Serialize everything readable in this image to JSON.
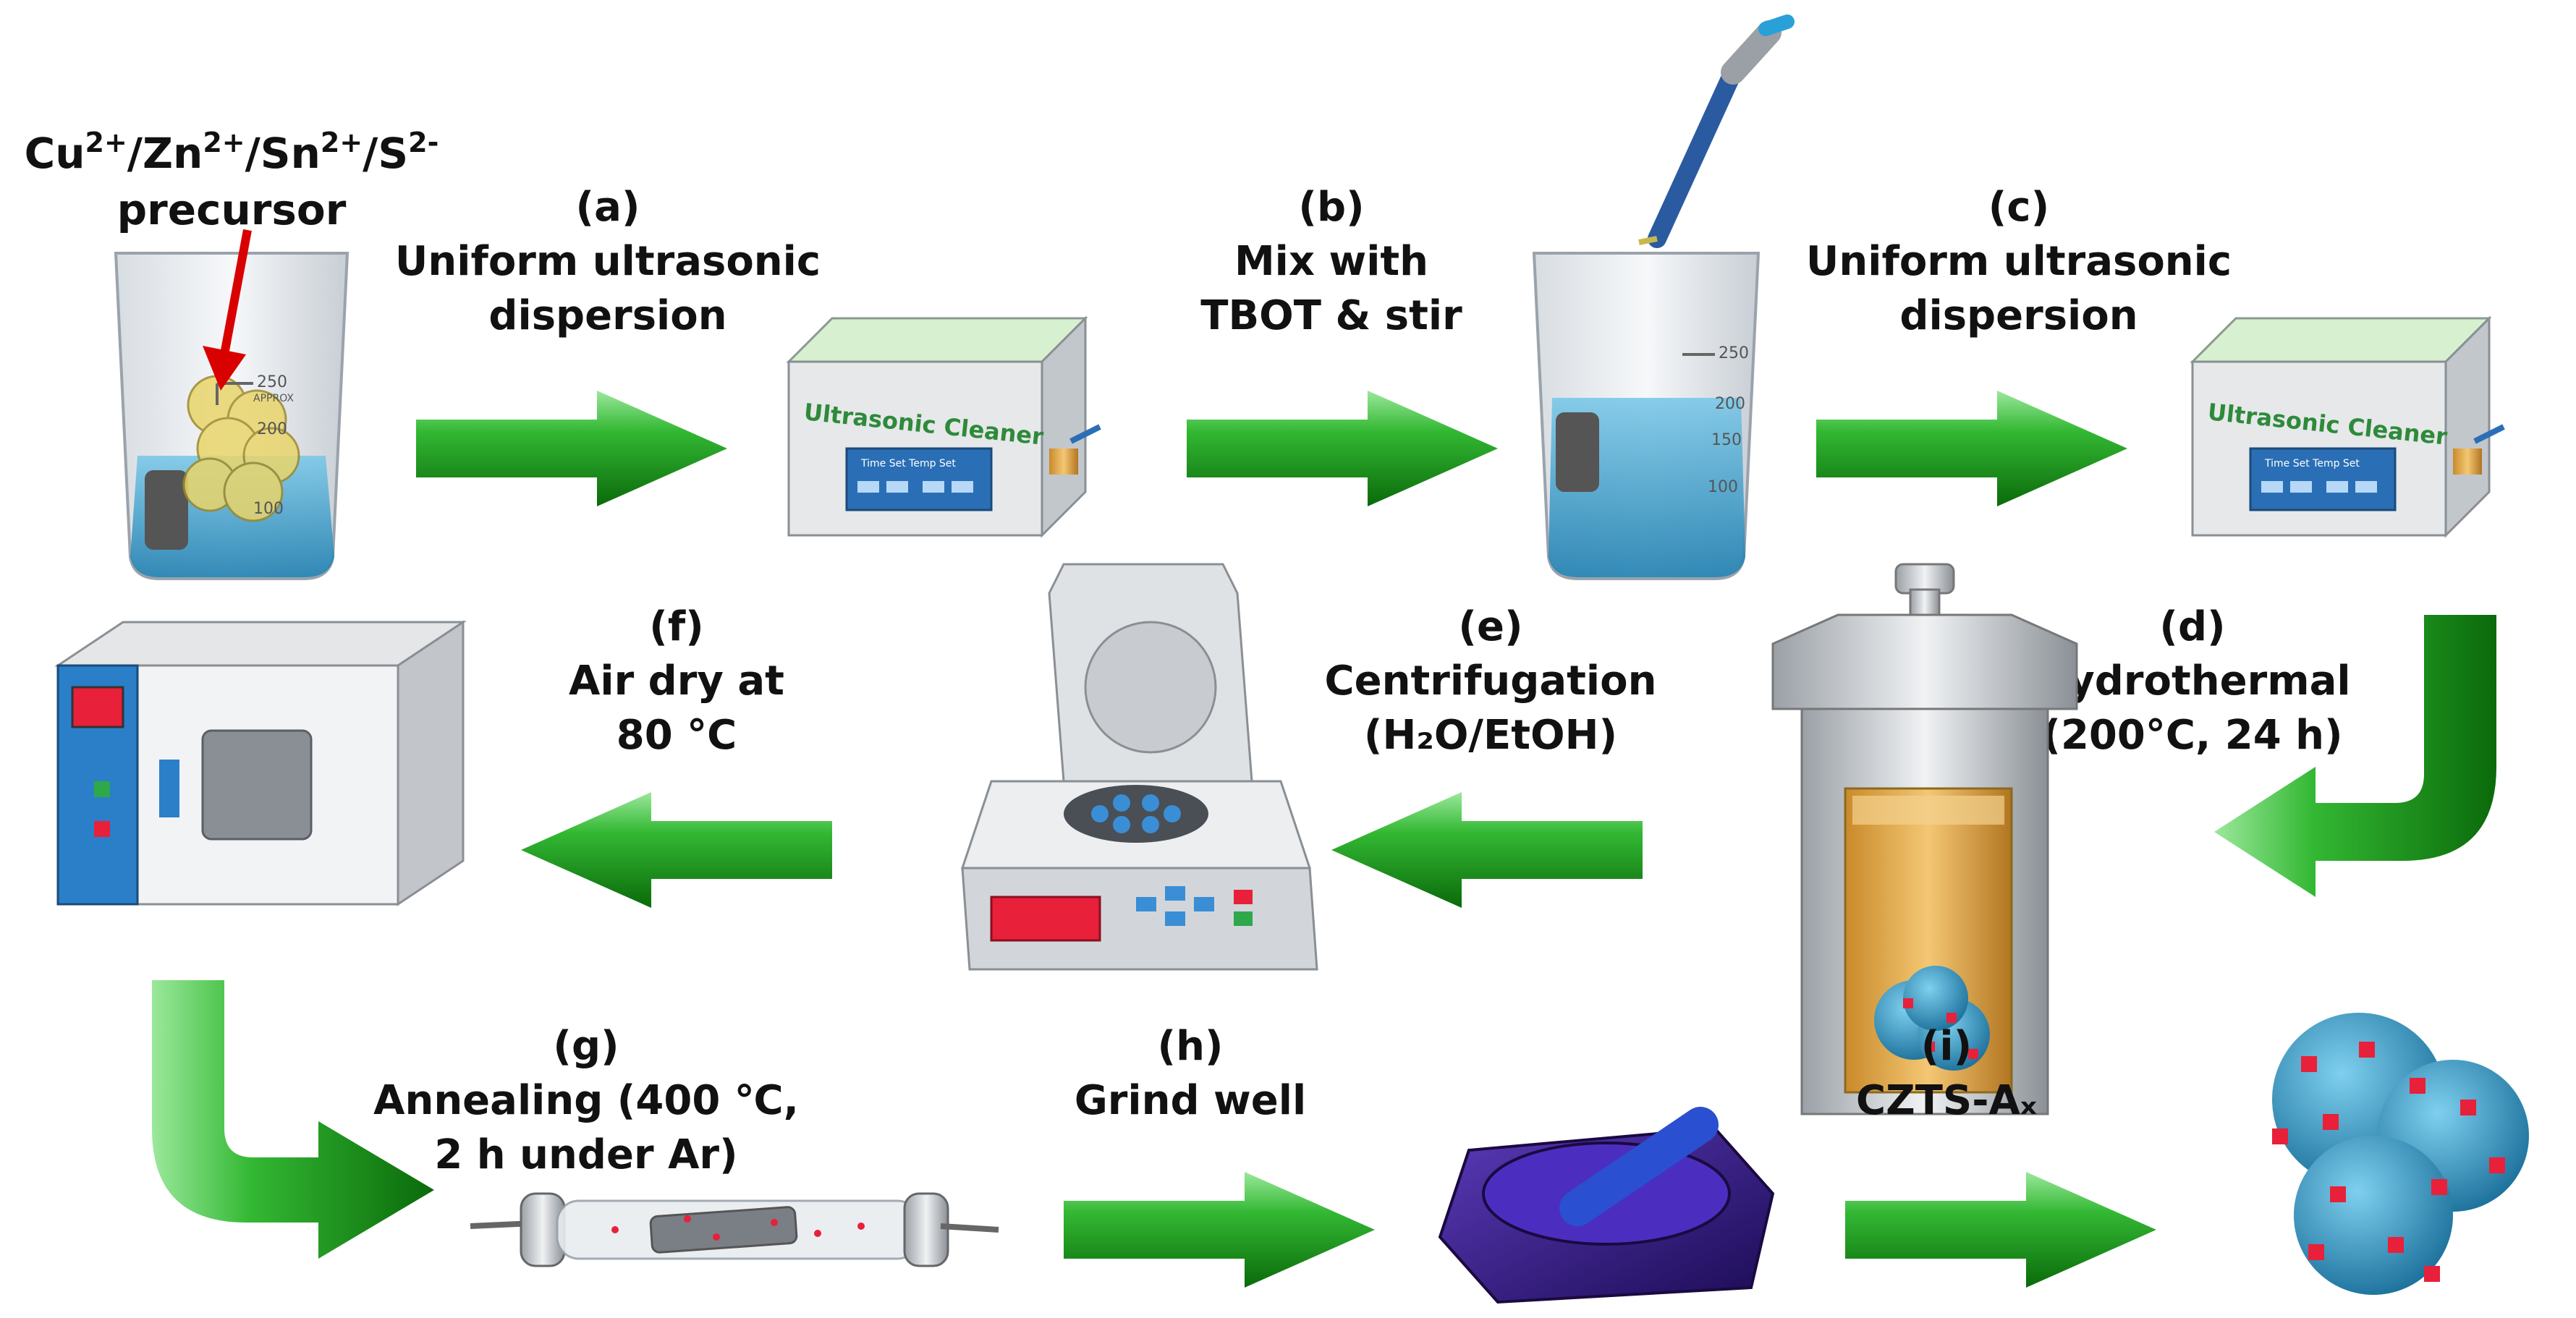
{
  "precursor": {
    "formula": {
      "cu": "Cu",
      "cu_charge": "2+",
      "zn": "Zn",
      "zn_charge": "2+",
      "sn": "Sn",
      "sn_charge": "2+",
      "s": "S",
      "s_charge": "2-"
    },
    "label": "precursor"
  },
  "steps": [
    {
      "letter": "(a)",
      "lines": [
        "Uniform ultrasonic",
        "dispersion"
      ]
    },
    {
      "letter": "(b)",
      "lines": [
        "Mix with",
        "TBOT & stir"
      ]
    },
    {
      "letter": "(c)",
      "lines": [
        "Uniform ultrasonic",
        "dispersion"
      ]
    },
    {
      "letter": "(d)",
      "lines": [
        "Hydrothermal",
        "(200°C, 24 h)"
      ]
    },
    {
      "letter": "(e)",
      "lines": [
        "Centrifugation",
        "(H₂O/EtOH)"
      ]
    },
    {
      "letter": "(f)",
      "lines": [
        "Air dry at",
        "80 °C"
      ]
    },
    {
      "letter": "(g)",
      "lines": [
        "Annealing  (400 ℃,",
        "2 h under Ar)"
      ]
    },
    {
      "letter": "(h)",
      "lines": [
        "Grind well"
      ]
    },
    {
      "letter": "(i)",
      "lines": [
        "CZTS-Aₓ"
      ]
    }
  ],
  "equipment": {
    "beaker_marks": [
      "250",
      "APPROX",
      "200",
      "150",
      "100"
    ],
    "cleaner_label": "Ultrasonic Cleaner",
    "cleaner_panel": "Time Set   Temp Set"
  },
  "colors": {
    "arrow": "#2fb12f",
    "arrow_dark": "#0b6e0b",
    "liquid": "#3fa9d6",
    "pointer": "#d90000",
    "mortar": "#3b1f8f",
    "flower": "#2f9fd0",
    "cube": "#e8203a"
  }
}
